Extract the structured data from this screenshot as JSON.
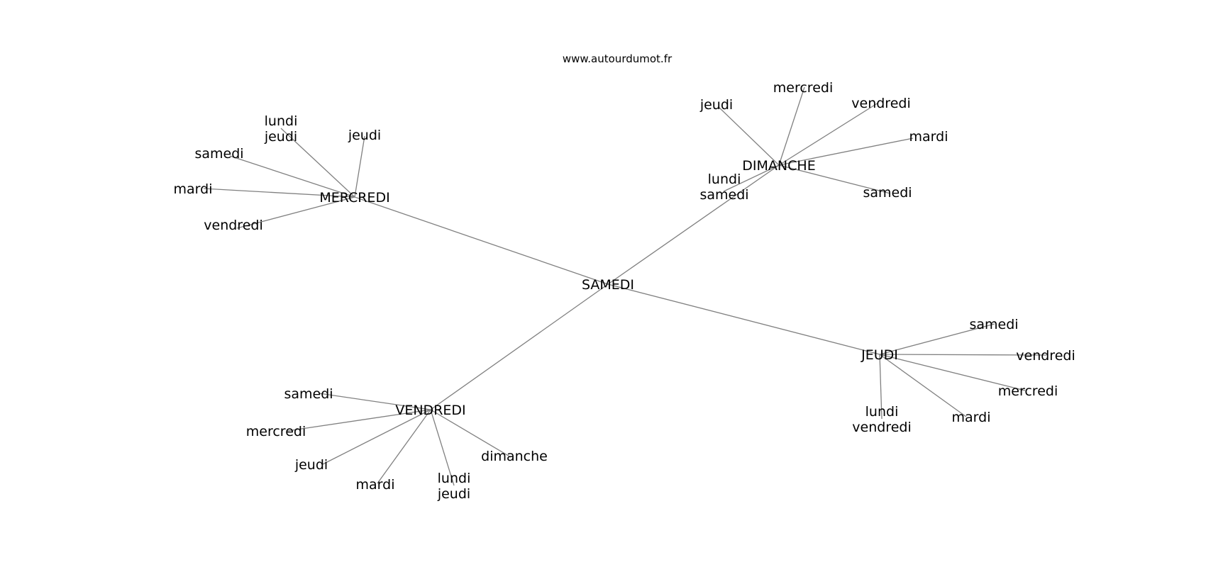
{
  "source_credit": "www.autourdumot.fr",
  "colors": {
    "edge": "#808080",
    "text": "#000000",
    "background": "#ffffff"
  },
  "root": {
    "id": "samedi",
    "label": "SAMEDI"
  },
  "hubs": [
    {
      "id": "mercredi",
      "label": "MERCREDI",
      "leaves": [
        {
          "id": "lundi-jeudi",
          "lines": [
            "lundi",
            "jeudi"
          ]
        },
        {
          "id": "jeudi",
          "lines": [
            "jeudi"
          ]
        },
        {
          "id": "samedi",
          "lines": [
            "samedi"
          ]
        },
        {
          "id": "mardi",
          "lines": [
            "mardi"
          ]
        },
        {
          "id": "vendredi",
          "lines": [
            "vendredi"
          ]
        }
      ]
    },
    {
      "id": "dimanche",
      "label": "DIMANCHE",
      "leaves": [
        {
          "id": "jeudi",
          "lines": [
            "jeudi"
          ]
        },
        {
          "id": "mercredi",
          "lines": [
            "mercredi"
          ]
        },
        {
          "id": "vendredi",
          "lines": [
            "vendredi"
          ]
        },
        {
          "id": "mardi",
          "lines": [
            "mardi"
          ]
        },
        {
          "id": "samedi",
          "lines": [
            "samedi"
          ]
        },
        {
          "id": "lundi-samedi",
          "lines": [
            "lundi",
            "samedi"
          ]
        }
      ]
    },
    {
      "id": "vendredi",
      "label": "VENDREDI",
      "leaves": [
        {
          "id": "samedi",
          "lines": [
            "samedi"
          ]
        },
        {
          "id": "mercredi",
          "lines": [
            "mercredi"
          ]
        },
        {
          "id": "jeudi",
          "lines": [
            "jeudi"
          ]
        },
        {
          "id": "mardi",
          "lines": [
            "mardi"
          ]
        },
        {
          "id": "lundi-jeudi",
          "lines": [
            "lundi",
            "jeudi"
          ]
        },
        {
          "id": "dimanche",
          "lines": [
            "dimanche"
          ]
        }
      ]
    },
    {
      "id": "jeudi",
      "label": "JEUDI",
      "leaves": [
        {
          "id": "samedi",
          "lines": [
            "samedi"
          ]
        },
        {
          "id": "vendredi",
          "lines": [
            "vendredi"
          ]
        },
        {
          "id": "mercredi",
          "lines": [
            "mercredi"
          ]
        },
        {
          "id": "mardi",
          "lines": [
            "mardi"
          ]
        },
        {
          "id": "lundi-vendredi",
          "lines": [
            "lundi",
            "vendredi"
          ]
        }
      ]
    }
  ]
}
